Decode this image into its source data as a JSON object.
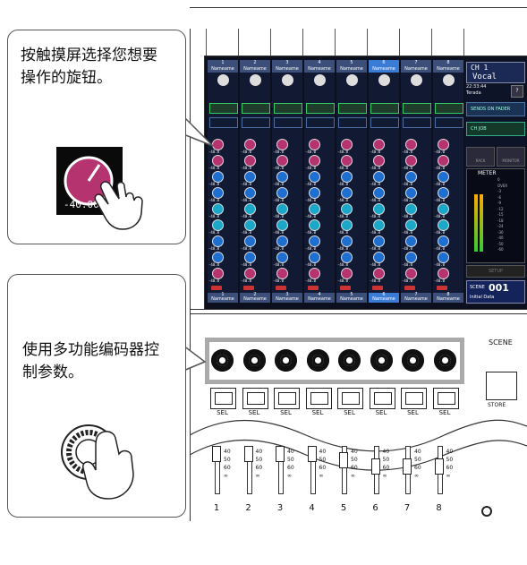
{
  "callouts": {
    "touch_screen": "按触摸屏选择您想要操作的旋钮。",
    "encoder": "使用多功能编码器控制参数。"
  },
  "magnified_knob_value": "-40.00",
  "screen": {
    "channels": [
      {
        "num": "1",
        "name": "Nameame"
      },
      {
        "num": "2",
        "name": "Nameame"
      },
      {
        "num": "3",
        "name": "Nameame"
      },
      {
        "num": "4",
        "name": "Nameame"
      },
      {
        "num": "5",
        "name": "Nameame"
      },
      {
        "num": "6",
        "name": "Nameame"
      },
      {
        "num": "7",
        "name": "Nameame"
      },
      {
        "num": "8",
        "name": "Nameame"
      }
    ],
    "knob_value": "-40.0",
    "side": {
      "ch_label": "CH 1",
      "ch_name": "Vocal",
      "time": "22:33:44",
      "user": "Terada",
      "help": "?",
      "sends_on_fader": "SENDS ON FADER",
      "ch_job": "CH JOB",
      "rack": "RACK",
      "monitor": "MONITOR",
      "meter_title": "METER",
      "meter_scale": [
        "0",
        "OVER",
        "-3",
        "-6",
        "-9",
        "-12",
        "-15",
        "-18",
        "-24",
        "-30",
        "-40",
        "-50",
        "-60"
      ],
      "setup": "SETUP",
      "scene_label": "SCENE",
      "scene_number": "001",
      "scene_title": "Initial Data"
    }
  },
  "sel_label": "SEL",
  "scene_section_label": "SCENE",
  "store_label": "STORE",
  "fader_numbers": [
    "1",
    "2",
    "3",
    "4",
    "5",
    "6",
    "7",
    "8"
  ],
  "fader_scale": [
    "40",
    "50",
    "60",
    "∞"
  ],
  "colors": {
    "knob_magenta": "#b5336f",
    "knob_blue": "#1f6fd1",
    "knob_cyan": "#1aa7c8",
    "encoder_highlight": "#aaaaaa"
  }
}
